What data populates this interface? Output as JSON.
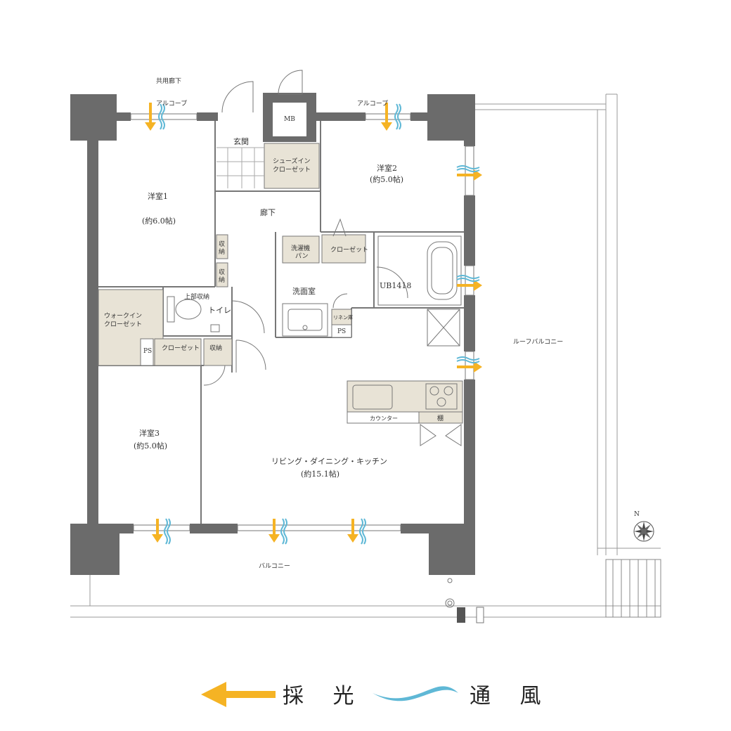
{
  "labels": {
    "corridor": "共用廊下",
    "alcove_left": "アルコーブ",
    "alcove_right": "アルコーブ",
    "mb": "MB",
    "entrance": "玄関",
    "shoes_closet_1": "シューズイン",
    "shoes_closet_2": "クローゼット",
    "room1": "洋室1",
    "room1_size": "(約6.0帖)",
    "room2": "洋室2",
    "room2_size": "(約5.0帖)",
    "hallway": "廊下",
    "storage_a": "収",
    "storage_a2": "納",
    "storage_b": "収",
    "storage_b2": "納",
    "washer_pan_1": "洗濯機",
    "washer_pan_2": "パン",
    "closet_wash": "クローゼット",
    "bath": "UB1418",
    "washroom": "洗面室",
    "linen": "リネン庫",
    "ps_wash": "PS",
    "upper_storage": "上部収納",
    "toilet": "トイレ",
    "walkin_1": "ウォークイン",
    "walkin_2": "クローゼット",
    "ps_room": "PS",
    "closet_room3": "クローゼット",
    "storage_room3": "収納",
    "counter": "カウンター",
    "shelf": "棚",
    "room3": "洋室3",
    "room3_size": "(約5.0帖)",
    "ldk": "リビング・ダイニング・キッチン",
    "ldk_size": "(約15.1帖)",
    "roof_balcony": "ルーフバルコニー",
    "balcony": "バルコニー",
    "north": "N"
  },
  "legend": {
    "light": "採 光",
    "wind": "通 風"
  },
  "colors": {
    "pillar": "#6b6b6b",
    "wall": "#6b6b6b",
    "storage_fill": "#e8e3d6",
    "light_arrow": "#f5b324",
    "wind_wave": "#5fb8d6",
    "line": "#555555"
  }
}
